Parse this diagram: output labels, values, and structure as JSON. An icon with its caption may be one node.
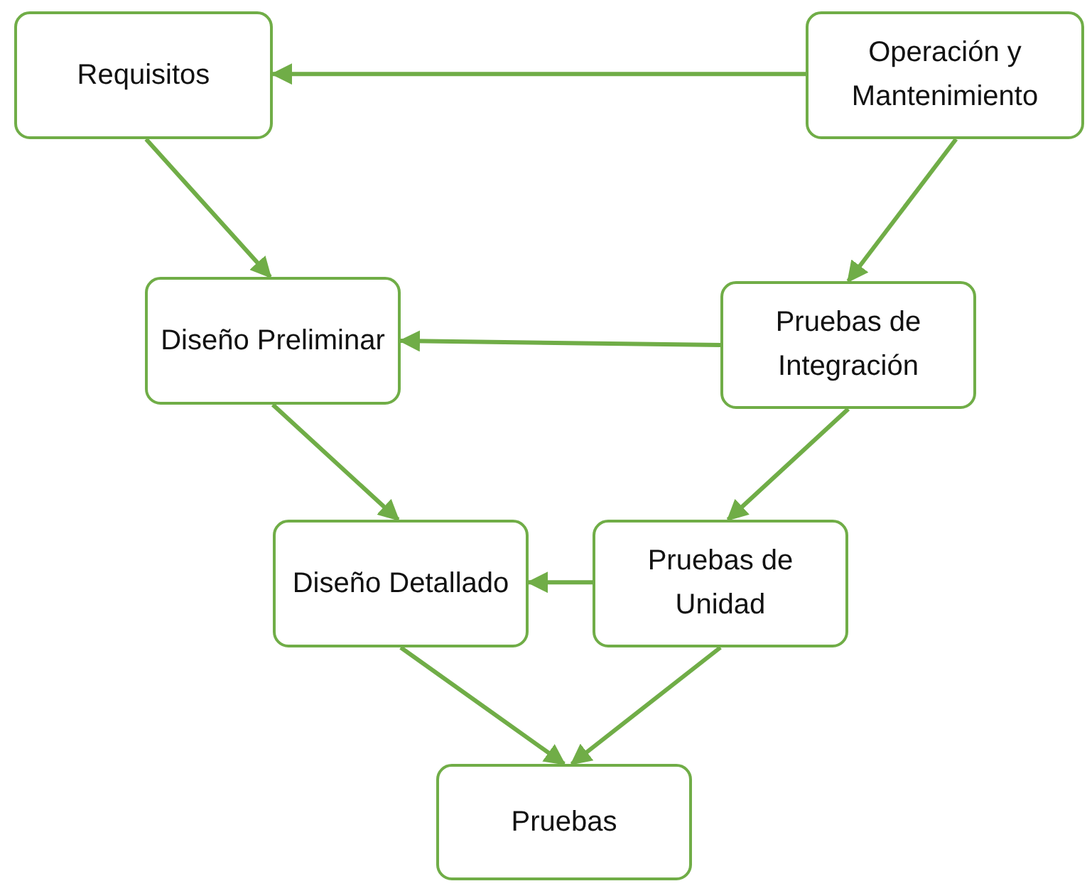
{
  "diagram": {
    "nodes": [
      {
        "text": [
          "Requisitos"
        ]
      },
      {
        "text": [
          "Operación y Mantenimiento"
        ]
      },
      {
        "text": [
          "Diseño Preliminar"
        ]
      },
      {
        "text": [
          "Pruebas de Integración"
        ]
      },
      {
        "text": [
          "Diseño Detallado"
        ]
      },
      {
        "text": [
          "Pruebas de Unidad"
        ]
      },
      {
        "text": [
          "Pruebas"
        ]
      }
    ],
    "edges": [
      {
        "from": 1,
        "to": 0,
        "arrow": "to"
      },
      {
        "from": 0,
        "to": 2,
        "arrow": "to"
      },
      {
        "from": 1,
        "to": 3,
        "arrow": "to"
      },
      {
        "from": 3,
        "to": 2,
        "arrow": "to"
      },
      {
        "from": 2,
        "to": 4,
        "arrow": "to"
      },
      {
        "from": 3,
        "to": 5,
        "arrow": "to"
      },
      {
        "from": 5,
        "to": 4,
        "arrow": "to"
      },
      {
        "from": 4,
        "to": 6,
        "arrow": "to"
      },
      {
        "from": 5,
        "to": 6,
        "arrow": "to"
      }
    ]
  }
}
